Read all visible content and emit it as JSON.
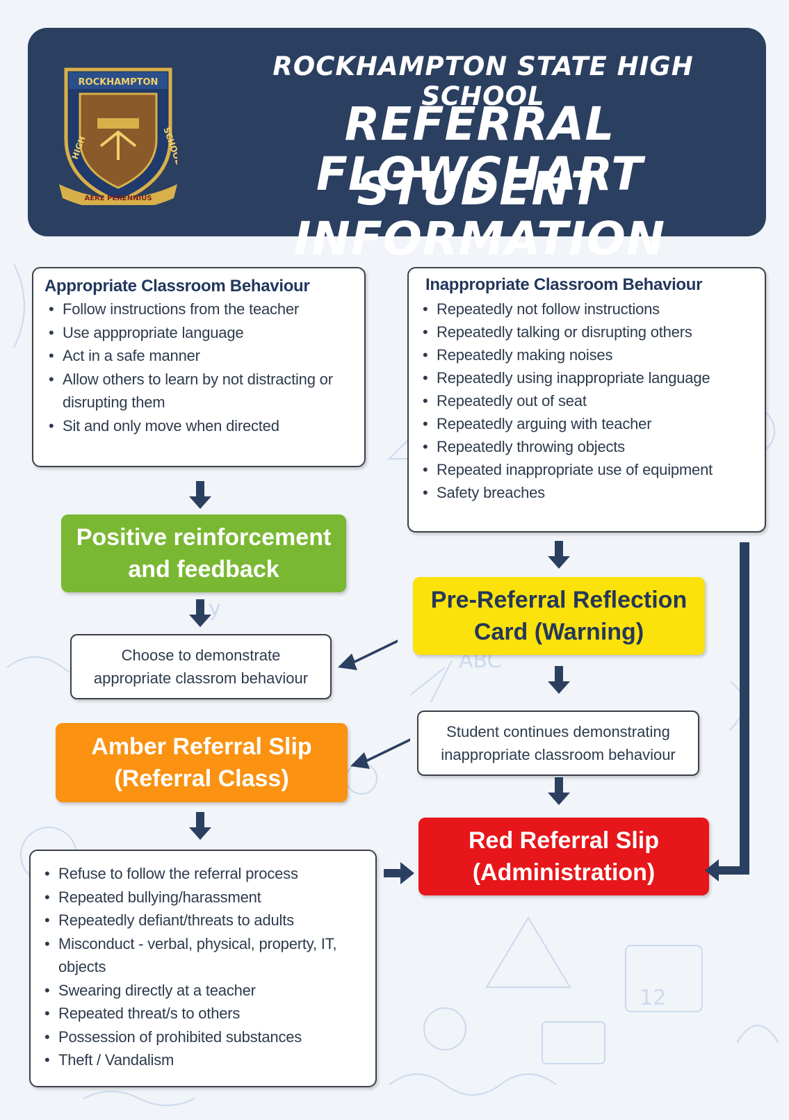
{
  "header": {
    "school_name": "ROCKHAMPTON STATE HIGH SCHOOL",
    "title_line1": "REFERRAL FLOWCHART",
    "title_line2": "STUDENT INFORMATION",
    "crest": {
      "top_text": "ROCKHAMPTON",
      "left_text": "HIGH",
      "right_text": "SCHOOL",
      "motto": "AERE PERENNIUS"
    }
  },
  "appropriate": {
    "title": "Appropriate Classroom Behaviour",
    "items": [
      "Follow instructions from the teacher",
      "Use apppropriate language",
      "Act in a safe manner",
      "Allow others to learn by not distracting or disrupting them",
      "Sit and only move when directed"
    ]
  },
  "inappropriate": {
    "title": "Inappropriate Classroom Behaviour",
    "items": [
      "Repeatedly not follow instructions",
      "Repeatedly talking or disrupting others",
      "Repeatedly making noises",
      "Repeatedly using inappropriate language",
      "Repeatedly out of seat",
      "Repeatedly arguing with teacher",
      "Repeatedly throwing objects",
      "Repeated inappropriate use of equipment",
      "Safety breaches"
    ]
  },
  "positive": {
    "line1": "Positive reinforcement",
    "line2": "and feedback"
  },
  "prereferral": {
    "line1": "Pre-Referral Reflection",
    "line2": "Card (Warning)"
  },
  "choose": {
    "line1": "Choose to demonstrate",
    "line2": "appropriate classrom behaviour"
  },
  "continues": {
    "line1": "Student continues demonstrating",
    "line2": "inappropriate classroom behaviour"
  },
  "amber": {
    "line1": "Amber Referral Slip",
    "line2": "(Referral Class)"
  },
  "red": {
    "line1": "Red Referral Slip",
    "line2": "(Administration)"
  },
  "referral_reasons": {
    "items": [
      "Refuse to follow the referral process",
      "Repeated bullying/harassment",
      "Repeatedly defiant/threats to adults",
      "Misconduct - verbal, physical, property, IT, objects",
      "Swearing directly at a teacher",
      "Repeated threat/s to others",
      "Possession of prohibited substances",
      "Theft / Vandalism"
    ]
  },
  "colors": {
    "navy": "#2b3f60",
    "green": "#7ab833",
    "yellow": "#fbe20b",
    "amber": "#fb9211",
    "red": "#e7161a",
    "arrow": "#2b3f60"
  }
}
